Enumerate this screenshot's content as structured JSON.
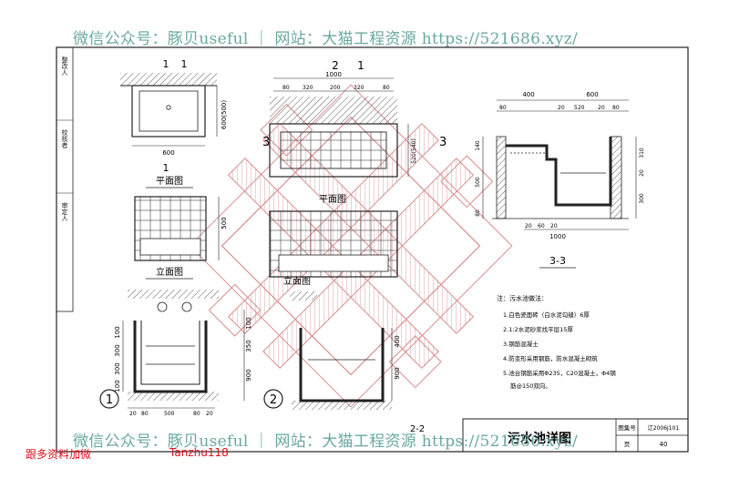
{
  "watermarks": {
    "top": "微信公众号：豚贝useful ｜ 网站：大猫工程资源 https://521686.xyz/",
    "bottom": "微信公众号：豚贝useful ｜ 网站：大猫工程资源 https://521686.xyz/"
  },
  "red_notes": {
    "left": "跟多资料加微",
    "right": "Tanzhu118"
  },
  "sidebar": {
    "a": "整改人",
    "b": "校核者",
    "c": "审定人"
  },
  "view_1_1": {
    "section_label": "1",
    "dim_width": "600",
    "dim_height": "600(500)",
    "plan_label": "平面图",
    "elev_label": "立面图",
    "elev_dim": "500"
  },
  "view_2_1": {
    "section_label": "2",
    "dim_total": "1000",
    "dims_top": [
      "80",
      "320",
      "200",
      "320",
      "80"
    ],
    "dim_right": "520(540)",
    "plan_label": "平面图",
    "elev_label": "立面图",
    "section_mark": "3"
  },
  "view_3_3": {
    "title": "3-3",
    "dim_top_left": "400",
    "dim_top_right": "600",
    "dims_sub": [
      "80",
      "20",
      "520",
      "20",
      "80"
    ],
    "dim_bottom": "1000",
    "dims_bottom_sub": [
      "20",
      "60",
      "20"
    ],
    "dims_left": [
      "140",
      "500",
      "80"
    ],
    "dims_right": [
      "310",
      "20",
      "300"
    ]
  },
  "detail_1": {
    "number": "1",
    "dims_left": [
      "100",
      "300",
      "300",
      "100"
    ],
    "dims_bottom": [
      "20",
      "80",
      "500",
      "80",
      "20"
    ]
  },
  "detail_2": {
    "number": "2",
    "label": "2-2",
    "dims_right": [
      "400",
      "900"
    ]
  },
  "notes": {
    "heading": "注：污水池做法：",
    "items": [
      "1.白色瓷面砖（白水泥勾缝）6厚",
      "2.1:2水泥砂浆找平层15厚",
      "3.钢筋混凝土",
      "4.防变形采用钢筋，防水混凝土砌筑",
      "5.池台钢筋采用Φ235，C20混凝土，Φ4钢",
      "筋@150双向。"
    ]
  },
  "title_block": {
    "title": "污水池详图",
    "atlas_label": "图集号",
    "atlas_no": "辽2006J101",
    "page_label": "页",
    "page_no": "40"
  },
  "colors": {
    "watermark": "#6aa8a0",
    "red_note": "#e0101a",
    "knot": "#d98a8a",
    "line": "#222222"
  }
}
